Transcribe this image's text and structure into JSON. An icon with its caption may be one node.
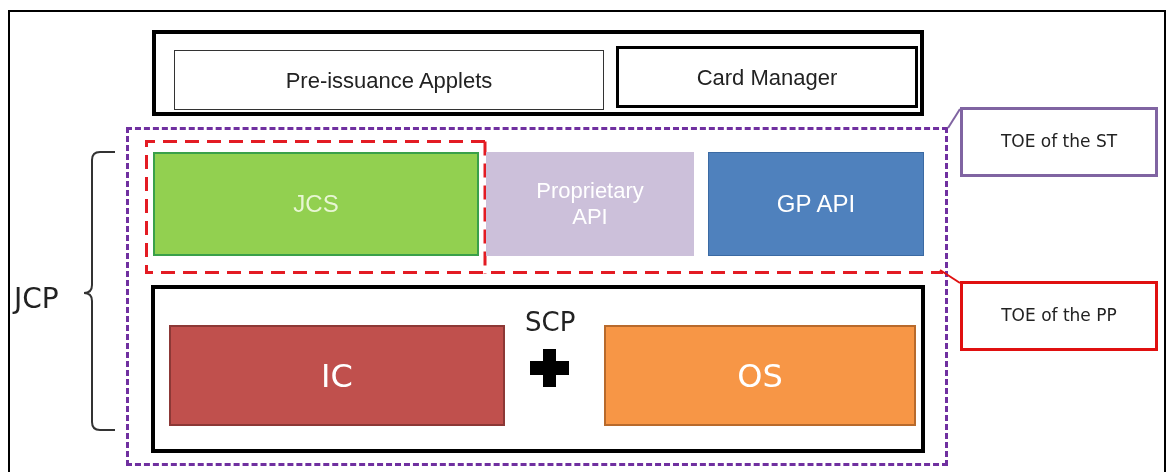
{
  "diagram": {
    "nodes": [
      {
        "text": [],
        "shape": "box"
      },
      {
        "text": [
          "Pre-issuance Applets"
        ],
        "in": 0
      },
      {
        "text": [
          "Card Manager"
        ],
        "in": 0
      },
      {
        "text": [],
        "shape": "box"
      },
      {
        "text": [],
        "shape": "box",
        "in": 3
      },
      {
        "text": [
          "JCS"
        ],
        "in": 4
      },
      {
        "text": [
          "Proprietary API"
        ],
        "in": 4
      },
      {
        "text": [
          "GP API"
        ],
        "in": 4
      },
      {
        "text": [
          "SCP"
        ],
        "in": 3
      },
      {
        "text": [
          "IC"
        ],
        "in": 8
      },
      {
        "text": [
          "OS"
        ],
        "in": 8
      },
      {
        "text": [
          "TOE of the ST"
        ]
      },
      {
        "text": [
          "TOE of the PP"
        ]
      }
    ],
    "edges": [
      {
        "from": 11,
        "to": 3,
        "arrow": "none",
        "color": "#8064a2"
      },
      {
        "from": 12,
        "to": 4,
        "arrow": "none",
        "color": "#e01010"
      }
    ],
    "labels": [
      "JCP"
    ]
  }
}
